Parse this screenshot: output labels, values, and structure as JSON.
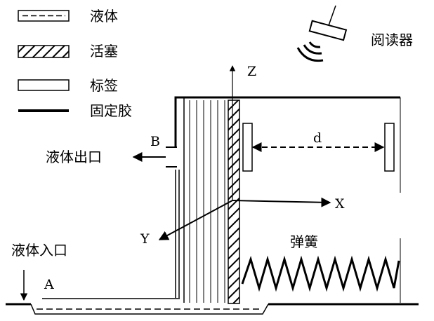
{
  "legend": {
    "items": [
      {
        "key": "liquid",
        "label": "液体"
      },
      {
        "key": "piston",
        "label": "活塞"
      },
      {
        "key": "tag",
        "label": "标签"
      },
      {
        "key": "glue",
        "label": "固定胶"
      }
    ]
  },
  "labels": {
    "reader": "阅读器",
    "liquid_outlet": "液体出口",
    "liquid_inlet": "液体入口",
    "spring": "弹簧",
    "point_a": "A",
    "point_b": "B",
    "distance": "d",
    "axis_x": "X",
    "axis_y": "Y",
    "axis_z": "Z"
  }
}
